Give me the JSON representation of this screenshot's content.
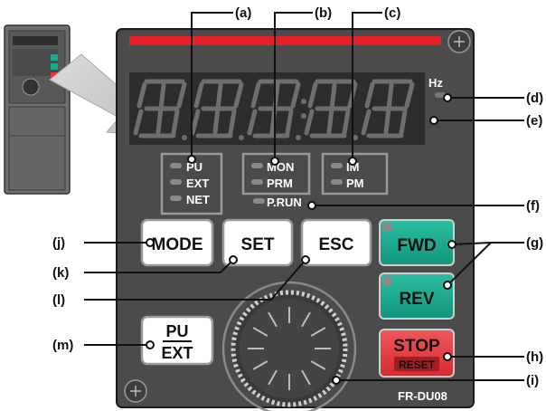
{
  "callouts": [
    "(a)",
    "(b)",
    "(c)",
    "(d)",
    "(e)",
    "(f)",
    "(g)",
    "(h)",
    "(i)",
    "(j)",
    "(k)",
    "(l)",
    "(m)"
  ],
  "display": {
    "unit": "Hz"
  },
  "indicators": {
    "group_a": [
      "PU",
      "EXT",
      "NET"
    ],
    "group_b": [
      "MON",
      "PRM"
    ],
    "group_c": [
      "IM",
      "PM"
    ],
    "prun": "P.RUN"
  },
  "buttons": {
    "mode": "MODE",
    "set": "SET",
    "esc": "ESC",
    "fwd": "FWD",
    "rev": "REV",
    "pu_ext_top": "PU",
    "pu_ext_bottom": "EXT",
    "stop": "STOP",
    "reset": "RESET"
  },
  "model": "FR-DU08",
  "colors": {
    "panel": "#4b4b4b",
    "red_strip": "#e8202a",
    "green_button": "#1aa98f",
    "stop_button": "#e8343a"
  }
}
